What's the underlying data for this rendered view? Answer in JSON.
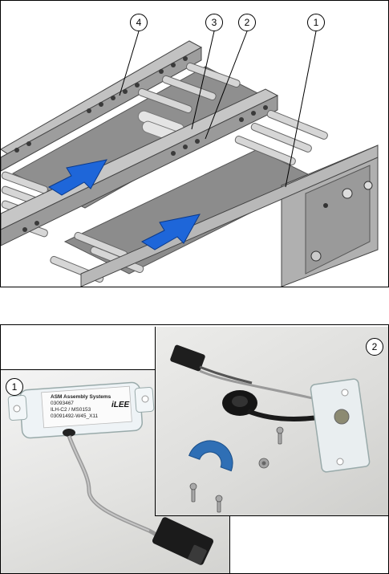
{
  "top_figure": {
    "callouts": [
      "1",
      "2",
      "3",
      "4"
    ]
  },
  "bottom_figure": {
    "callouts": [
      "1",
      "2"
    ],
    "sensor_label": {
      "line1": "ASM Assembly Systems",
      "line2": "03093467",
      "line3": "ILH-C2 / MS0153",
      "line4": "03091492-W45_X11",
      "brand": "iLEE"
    }
  },
  "colors": {
    "arrow": "#1e66d9",
    "frame_metal": "#b9b9b9",
    "frame_dark": "#5a5a5a",
    "roller": "#d6d6d6",
    "conveyor_plate": "#8f8f8f",
    "sensor_disc": "#2f6fb5"
  }
}
